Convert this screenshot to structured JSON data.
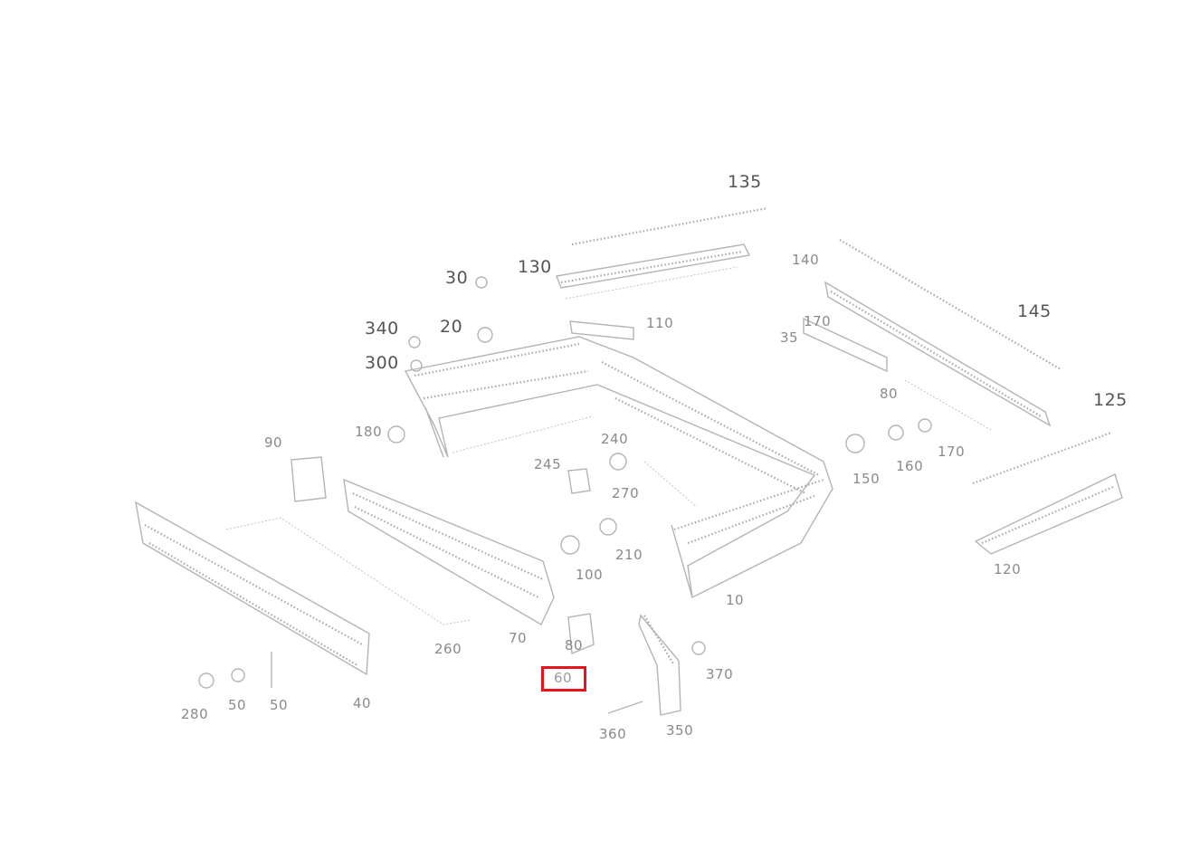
{
  "diagram": {
    "highlight_color": "#e8141b",
    "line_color": "#b4b4b4",
    "label_color": "#8a8a8a",
    "highlighted_part": "60",
    "callouts": {
      "c135": "135",
      "c130": "130",
      "c30": "30",
      "c140": "140",
      "c145": "145",
      "c110": "110",
      "c20": "20",
      "c340": "340",
      "c300": "300",
      "c35": "35",
      "c170a": "170",
      "c125": "125",
      "c80a": "80",
      "c180": "180",
      "c240": "240",
      "c90": "90",
      "c245": "245",
      "c270": "270",
      "c160": "160",
      "c170b": "170",
      "c150": "150",
      "c210": "210",
      "c120": "120",
      "c100": "100",
      "c10": "10",
      "c70": "70",
      "c260": "260",
      "c80b": "80",
      "c370": "370",
      "c60": "60",
      "c280": "280",
      "c50a": "50",
      "c50b": "50",
      "c40": "40",
      "c360": "360",
      "c350": "350"
    }
  }
}
